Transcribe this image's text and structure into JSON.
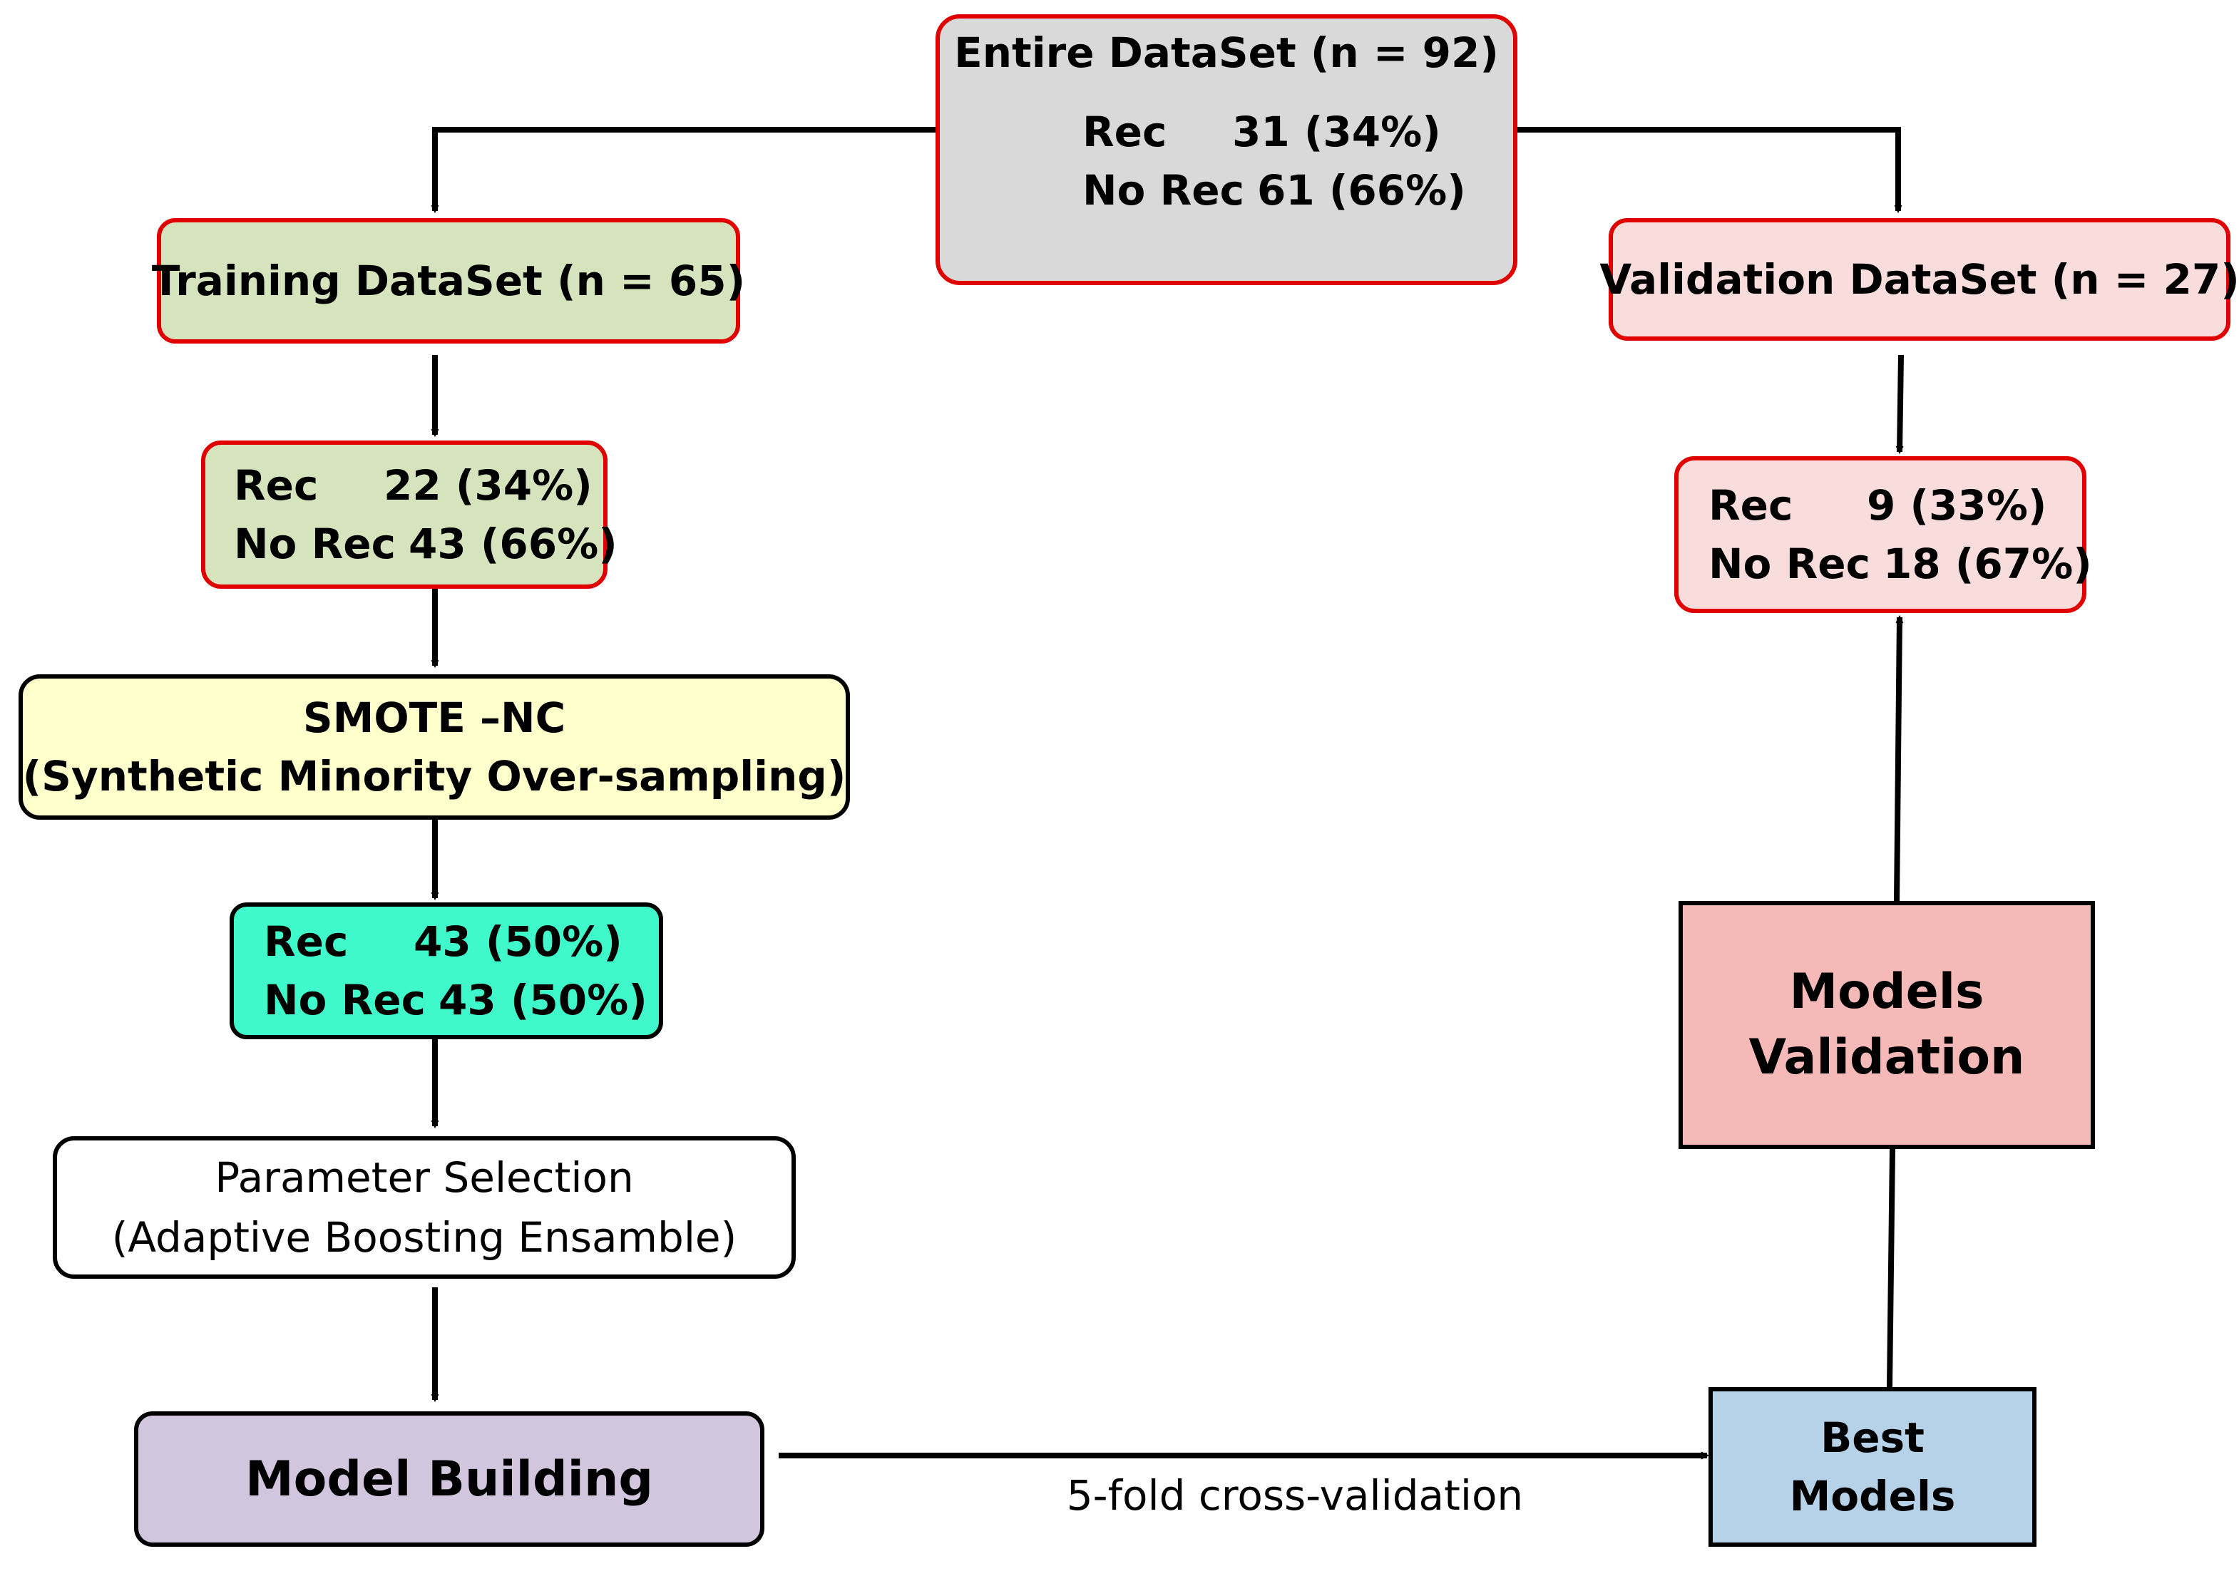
{
  "nodes": {
    "entire": {
      "title": "Entire DataSet (n = 92)",
      "rows": [
        {
          "label": "Rec",
          "value": "31 (34%)"
        },
        {
          "label": "No Rec",
          "value": "61 (66%)"
        }
      ]
    },
    "training": {
      "title": "Training DataSet (n = 65)"
    },
    "training_split": {
      "rows": [
        {
          "label": "Rec",
          "value": "22 (34%)"
        },
        {
          "label": "No Rec",
          "value": "43 (66%)"
        }
      ]
    },
    "smote": {
      "line1": "SMOTE –NC",
      "line2": "(Synthetic Minority Over-sampling)"
    },
    "balanced_split": {
      "rows": [
        {
          "label": "Rec",
          "value": "43 (50%)"
        },
        {
          "label": "No Rec",
          "value": "43 (50%)"
        }
      ]
    },
    "parameter": {
      "line1": "Parameter Selection",
      "line2": "(Adaptive Boosting Ensamble)"
    },
    "model_building": {
      "title": "Model Building"
    },
    "validation": {
      "title": "Validation DataSet (n = 27)"
    },
    "validation_split": {
      "rows": [
        {
          "label": "Rec",
          "value": "9 (33%)"
        },
        {
          "label": "No Rec",
          "value": "18 (67%)"
        }
      ]
    },
    "models_validation": {
      "line1": "Models",
      "line2": "Validation"
    },
    "best_models": {
      "line1": "Best",
      "line2": "Models"
    }
  },
  "edges": {
    "cross_validation_label": "5-fold cross-validation"
  },
  "colors": {
    "red_border": "#e00000",
    "grey_fill": "#d9d9d9",
    "green_fill": "#d5e4bd",
    "pink_fill": "#f9dcdc",
    "yellow_fill": "#ffffcc",
    "teal_fill": "#3ff9cb",
    "purple_fill": "#d2c5de",
    "rose_fill": "#f5b9b8",
    "blue_fill": "#b5d2e9"
  }
}
